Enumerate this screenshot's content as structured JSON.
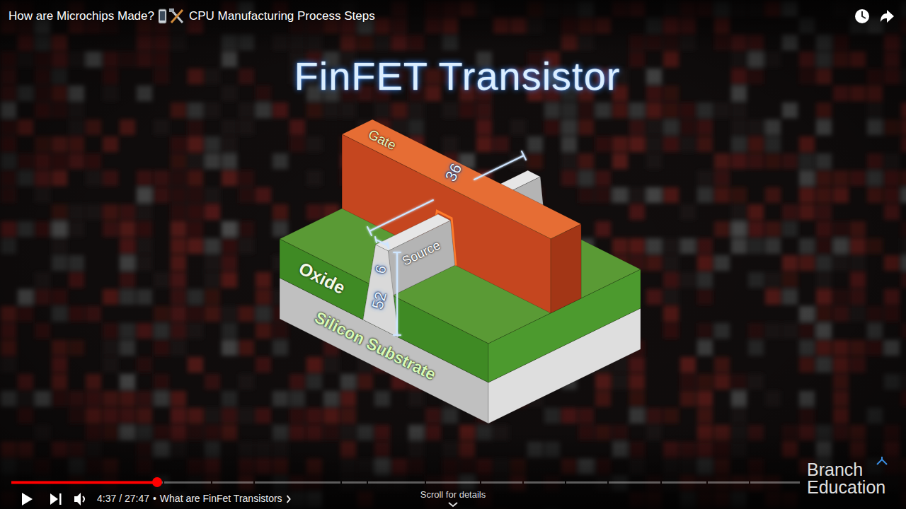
{
  "diagram": {
    "title": "FinFET Transistor",
    "nodes": [
      {
        "text": [
          "Gate"
        ]
      },
      {
        "text": [
          "Source"
        ]
      },
      {
        "text": [
          "Oxide"
        ]
      },
      {
        "text": [
          "Silicon Substrate"
        ]
      }
    ],
    "labels": [
      "How are Microchips Made?",
      "CPU Manufacturing Process Steps",
      "36",
      "6",
      "52",
      "4:37 / 27:47",
      "•",
      "What are FinFet Transistors",
      "Scroll for details",
      "Branch Education"
    ]
  }
}
